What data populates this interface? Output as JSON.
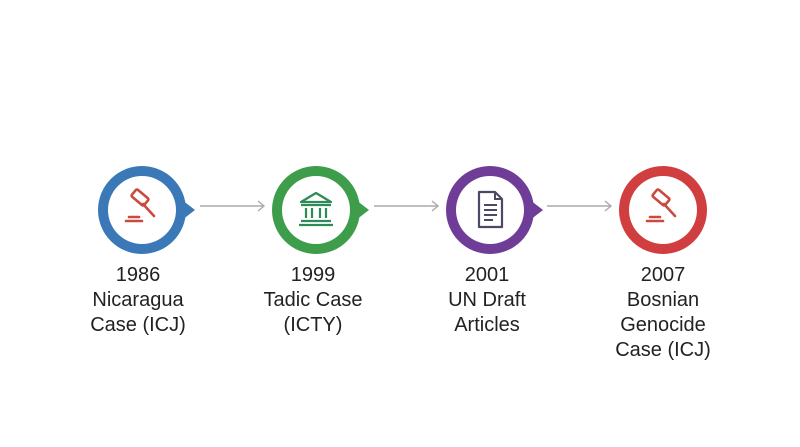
{
  "milestones": [
    {
      "year": "1986",
      "lines": [
        "Nicaragua",
        "Case (ICJ)"
      ],
      "color": "#3b78b8",
      "icon": "gavel-icon"
    },
    {
      "year": "1999",
      "lines": [
        "Tadic Case",
        "(ICTY)"
      ],
      "color": "#3e9d4b",
      "icon": "courthouse-icon"
    },
    {
      "year": "2001",
      "lines": [
        "UN Draft",
        "Articles"
      ],
      "color": "#6f3d98",
      "icon": "document-icon"
    },
    {
      "year": "2007",
      "lines": [
        "Bosnian",
        "Genocide",
        "Case (ICJ)"
      ],
      "color": "#d13e3f",
      "icon": "gavel-icon"
    }
  ],
  "connector_color": "#aaaaaa"
}
